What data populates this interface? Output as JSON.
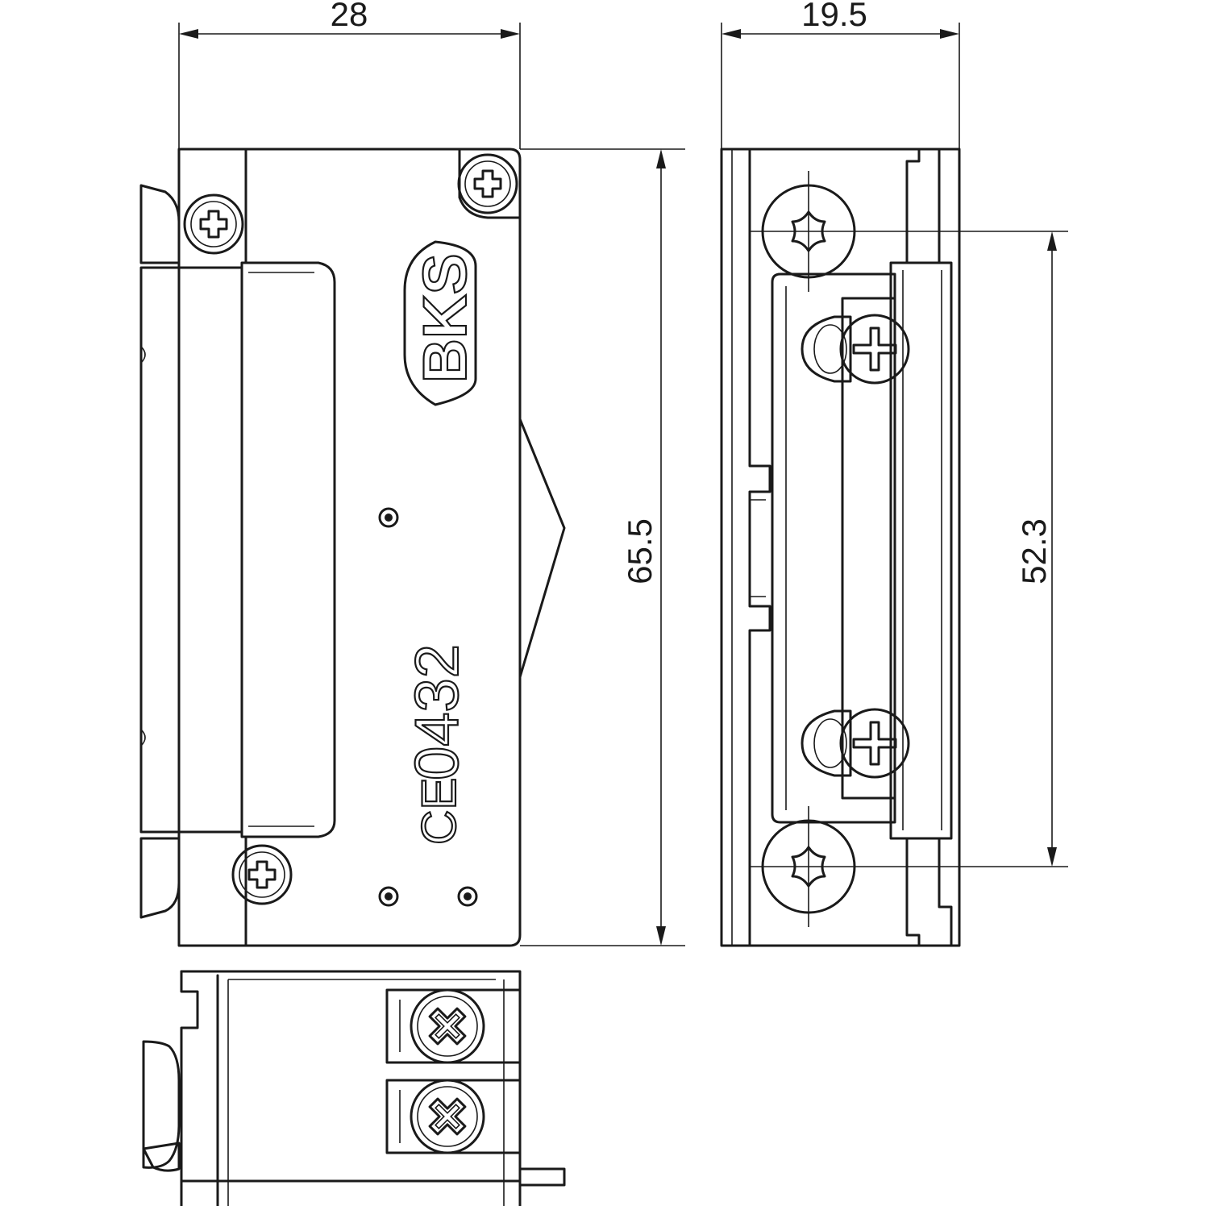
{
  "dimensions": {
    "front_width": "28",
    "side_width": "19.5",
    "height": "65.5",
    "screw_spacing": "52.3"
  },
  "markings": {
    "brand_logo": "BKS",
    "ce_mark": "CE",
    "certification_number": "0432"
  },
  "icons": {
    "front_screws": "phillips-screw-icon",
    "side_screws": "torx-screw-icon",
    "terminal_screws": "terminal-screw-icon"
  }
}
